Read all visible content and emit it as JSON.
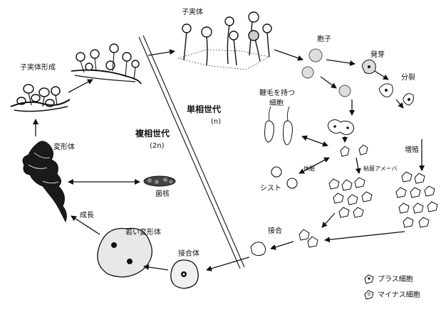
{
  "labels": {
    "fruiting_body": "子実体",
    "fruiting_formation": "子実体形成",
    "spore": "胞子",
    "germination": "発芽",
    "division": "分裂",
    "flagellate": "鞭毛を持つ",
    "flagellate2": "細胞",
    "haploid": "単相世代",
    "haploid_n": "(n)",
    "diploid": "複相世代",
    "diploid_n": "(2n)",
    "plasmodium": "変形体",
    "sclerotium": "菌核",
    "dormancy": "休眠",
    "myxamoeba": "粘菌アメーバ",
    "cyst": "シスト",
    "proliferation": "増殖",
    "fusion": "接合",
    "zygote": "接合体",
    "young_plasmodium": "若い変形体",
    "growth": "成長"
  },
  "legend": [
    {
      "label": "プラス細胞",
      "icon": "plus-cell-icon"
    },
    {
      "label": "マイナス細胞",
      "icon": "minus-cell-icon"
    }
  ]
}
